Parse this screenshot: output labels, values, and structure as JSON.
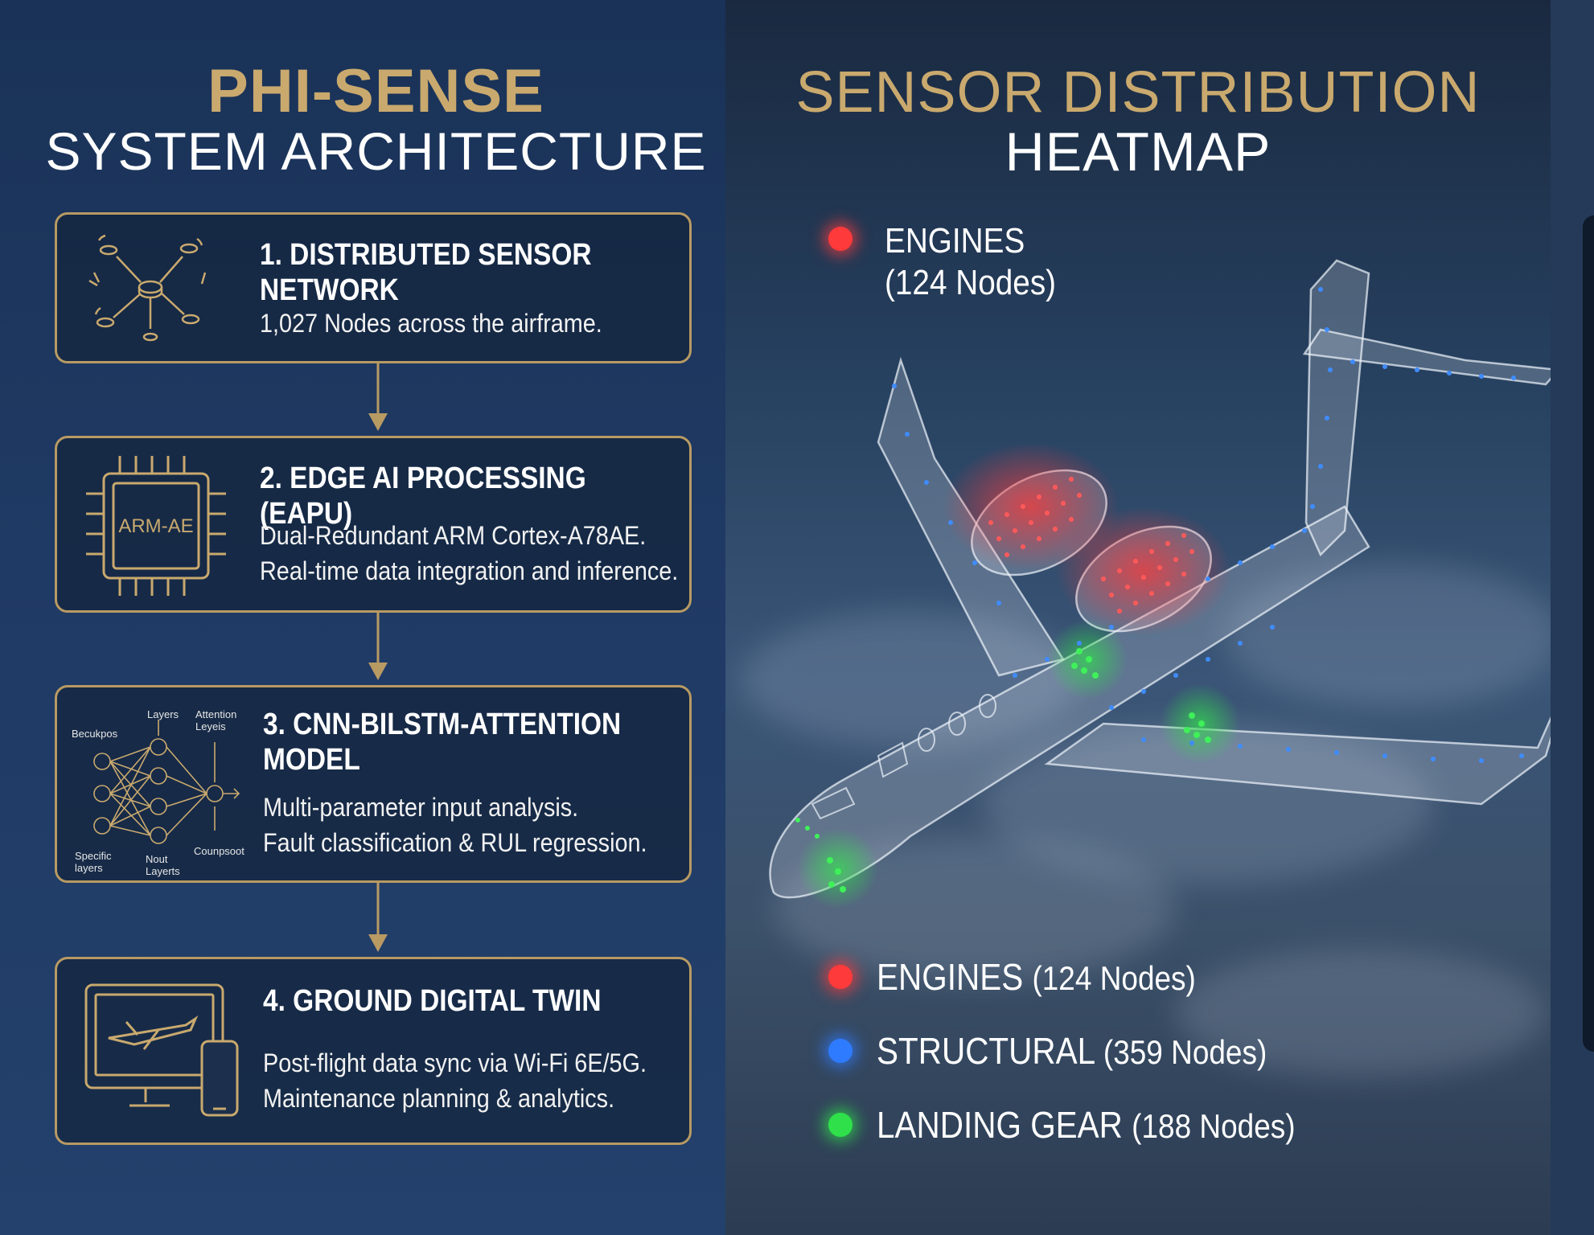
{
  "left_panel": {
    "title_line1": "PHI-SENSE",
    "title_line2": "SYSTEM ARCHITECTURE",
    "steps": [
      {
        "title": "1. DISTRIBUTED SENSOR\n    NETWORK",
        "desc_lines": [
          "1,027 Nodes across the airframe."
        ],
        "icon": "sensor-network-icon"
      },
      {
        "title": "2. EDGE AI PROCESSING (EAPU)",
        "desc_lines": [
          "Dual-Redundant ARM Cortex-A78AE.",
          "Real-time data integration and inference."
        ],
        "icon": "chip-icon",
        "chip_label": "ARM-AE"
      },
      {
        "title": "3. CNN-BILSTM-ATTENTION\nMODEL",
        "desc_lines": [
          "Multi-parameter input analysis.",
          "Fault classification & RUL regression."
        ],
        "icon": "neural-network-icon",
        "nn_labels": {
          "top_left": "Becukpos",
          "top_mid": "Layers",
          "top_right": "Attention\nLeyeis",
          "bottom_left": "Specific\nlayers",
          "bottom_mid": "Nout\nLayerts",
          "bottom_right": "Counpsoot"
        }
      },
      {
        "title": "4. GROUND DIGITAL TWIN",
        "desc_lines": [
          "Post-flight data sync via Wi-Fi 6E/5G.",
          "Maintenance planning & analytics."
        ],
        "icon": "monitor-phone-icon"
      }
    ]
  },
  "right_panel": {
    "title_line1": "SENSOR DISTRIBUTION",
    "title_line2": "HEATMAP",
    "top_label": {
      "line1": "ENGINES",
      "line2": "(124 Nodes)",
      "color": "#ff3a3a"
    },
    "legend": [
      {
        "name": "ENGINES",
        "count": "(124 Nodes)",
        "color": "#ff3a3a"
      },
      {
        "name": "STRUCTURAL",
        "count": "(359 Nodes)",
        "color": "#2f7bff"
      },
      {
        "name": "LANDING GEAR",
        "count": "(188 Nodes)",
        "color": "#2fe04a"
      }
    ]
  },
  "colors": {
    "gold": "#c9a96e",
    "box_border": "#b89a63",
    "engine_red": "#ff3a3a",
    "structural_blue": "#2f7bff",
    "gear_green": "#2fe04a"
  }
}
